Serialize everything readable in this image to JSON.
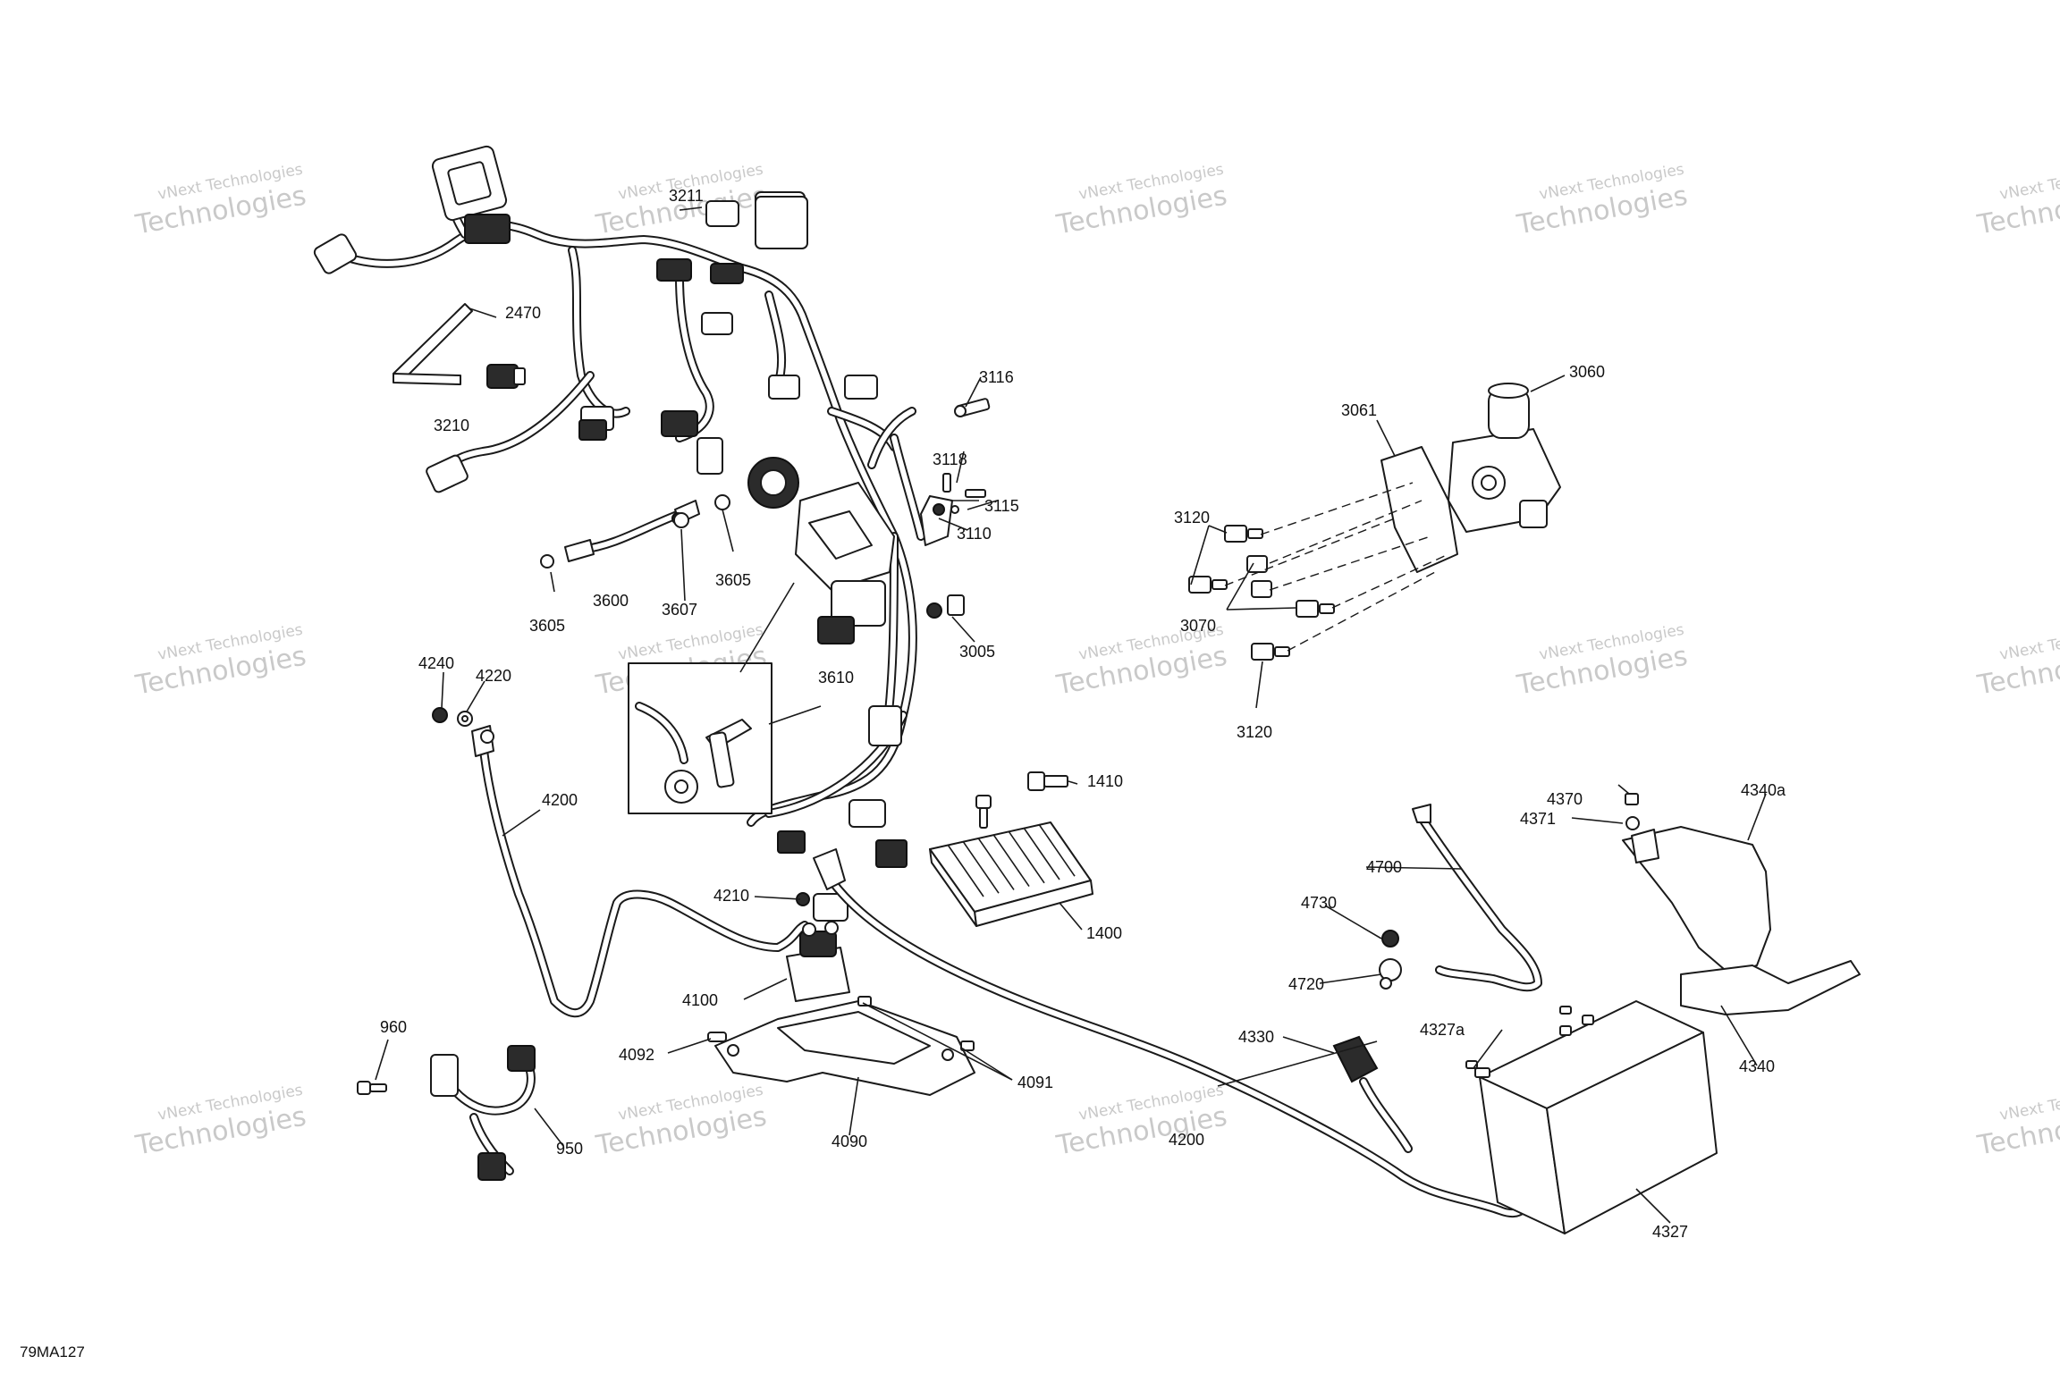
{
  "figure_ref": "79MA127",
  "watermark": {
    "line1": "vNext Technologies",
    "line2": "Technologies"
  },
  "callouts": [
    {
      "id": "3211",
      "label": "3211"
    },
    {
      "id": "2470",
      "label": "2470"
    },
    {
      "id": "3210",
      "label": "3210"
    },
    {
      "id": "3116",
      "label": "3116"
    },
    {
      "id": "3118",
      "label": "3118"
    },
    {
      "id": "3115",
      "label": "3115"
    },
    {
      "id": "3110",
      "label": "3110"
    },
    {
      "id": "3605a",
      "label": "3605"
    },
    {
      "id": "3605b",
      "label": "3605"
    },
    {
      "id": "3600",
      "label": "3600"
    },
    {
      "id": "3607",
      "label": "3607"
    },
    {
      "id": "3005",
      "label": "3005"
    },
    {
      "id": "3610",
      "label": "3610"
    },
    {
      "id": "3060",
      "label": "3060"
    },
    {
      "id": "3061",
      "label": "3061"
    },
    {
      "id": "3120a",
      "label": "3120"
    },
    {
      "id": "3120b",
      "label": "3120"
    },
    {
      "id": "3070",
      "label": "3070"
    },
    {
      "id": "4240",
      "label": "4240"
    },
    {
      "id": "4220",
      "label": "4220"
    },
    {
      "id": "4200a",
      "label": "4200"
    },
    {
      "id": "4200b",
      "label": "4200"
    },
    {
      "id": "1410",
      "label": "1410"
    },
    {
      "id": "1400",
      "label": "1400"
    },
    {
      "id": "4210",
      "label": "4210"
    },
    {
      "id": "4100",
      "label": "4100"
    },
    {
      "id": "4092",
      "label": "4092"
    },
    {
      "id": "4091",
      "label": "4091"
    },
    {
      "id": "4090",
      "label": "4090"
    },
    {
      "id": "960",
      "label": "960"
    },
    {
      "id": "950",
      "label": "950"
    },
    {
      "id": "4370",
      "label": "4370"
    },
    {
      "id": "4371",
      "label": "4371"
    },
    {
      "id": "4340a",
      "label": "4340a"
    },
    {
      "id": "4700",
      "label": "4700"
    },
    {
      "id": "4730",
      "label": "4730"
    },
    {
      "id": "4720",
      "label": "4720"
    },
    {
      "id": "4330",
      "label": "4330"
    },
    {
      "id": "4327a",
      "label": "4327a"
    },
    {
      "id": "4340",
      "label": "4340"
    },
    {
      "id": "4327",
      "label": "4327"
    }
  ]
}
